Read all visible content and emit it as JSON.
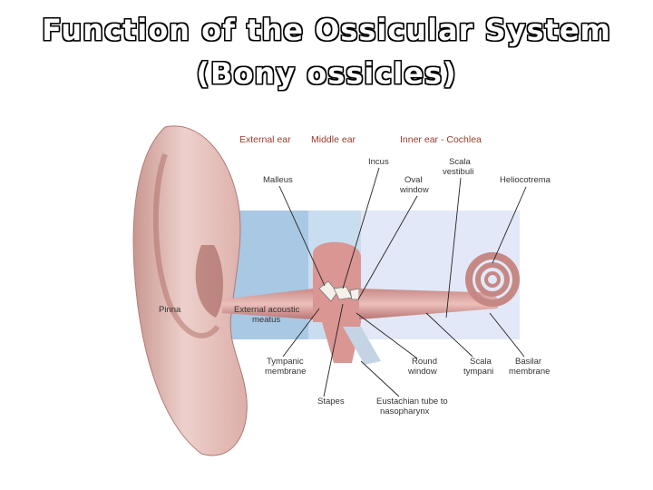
{
  "title": {
    "line1": "Function of the Ossicular System",
    "line2": "(Bony ossicles)"
  },
  "sections": {
    "external": "External ear",
    "middle": "Middle ear",
    "inner": "Inner ear - Cochlea"
  },
  "labels": {
    "incus": "Incus",
    "scala_vestibuli_1": "Scala",
    "scala_vestibuli_2": "vestibuli",
    "malleus": "Malleus",
    "oval_window_1": "Oval",
    "oval_window_2": "window",
    "helicotrema": "Heliocotrema",
    "pinna": "Pinna",
    "meatus_1": "External acoustic",
    "meatus_2": "meatus",
    "tympanic_1": "Tympanic",
    "tympanic_2": "membrane",
    "round_window_1": "Round",
    "round_window_2": "window",
    "scala_tympani_1": "Scala",
    "scala_tympani_2": "tympani",
    "basilar_1": "Basilar",
    "basilar_2": "membrane",
    "stapes": "Stapes",
    "eustachian_1": "Eustachian tube to",
    "eustachian_2": "nasopharynx"
  },
  "colors": {
    "external_zone": "#a9c8e4",
    "middle_zone": "#c9ddf0",
    "inner_zone": "#e2e8f7",
    "tissue": "#d9a0a0",
    "skin": "#e8c4c0"
  }
}
